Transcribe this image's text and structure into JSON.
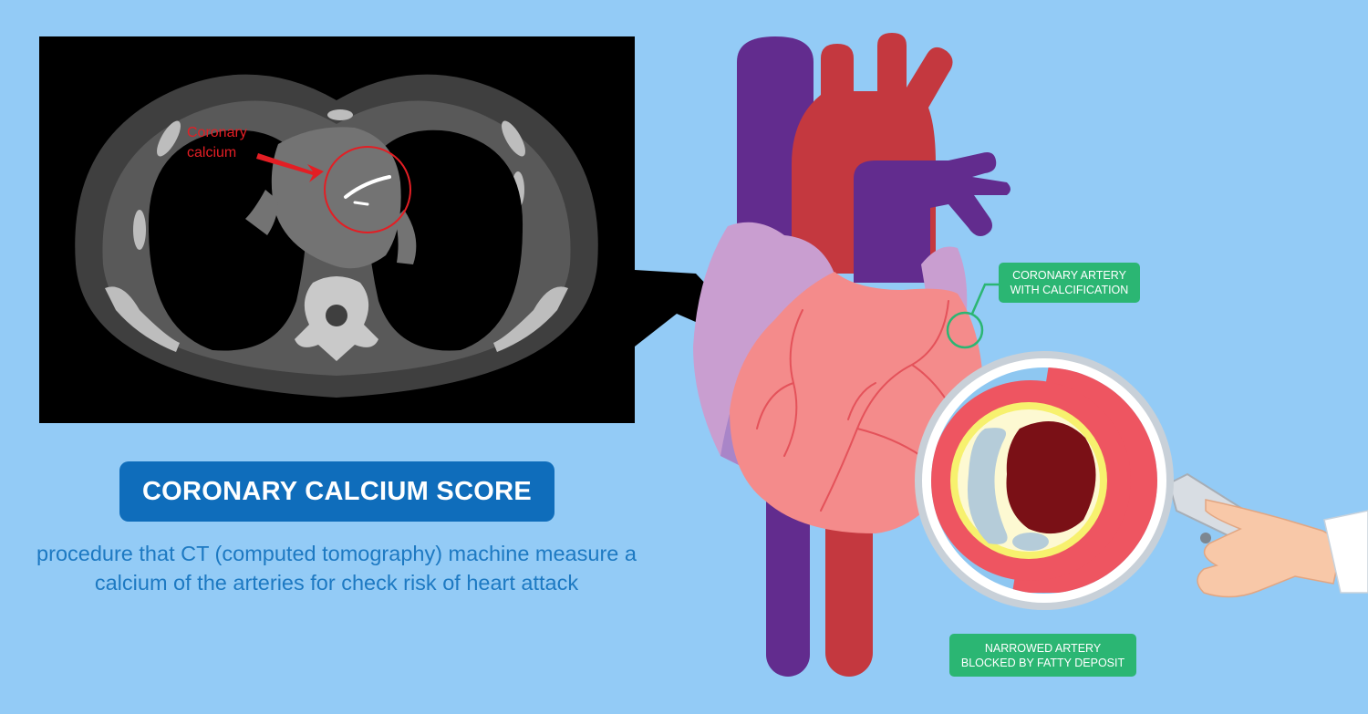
{
  "ct_scan": {
    "label_line1": "Coronary",
    "label_line2": "calcium"
  },
  "title": "CORONARY CALCIUM SCORE",
  "description": "procedure that CT (computed tomography) machine measure a calcium of the arteries for check risk of heart attack",
  "callouts": {
    "calcification": {
      "line1": "CORONARY ARTERY",
      "line2": "WITH CALCIFICATION"
    },
    "narrowed": {
      "line1": "NARROWED ARTERY",
      "line2": "BLOCKED BY FATTY DEPOSIT"
    }
  },
  "colors": {
    "background": "#93cbf6",
    "banner": "#0f6dbb",
    "description_text": "#1d79c2",
    "callout": "#2bb673",
    "vein": "#622c8e",
    "artery": "#c4383f",
    "heart": "#f48b8b",
    "ct_highlight": "#e31e24"
  }
}
